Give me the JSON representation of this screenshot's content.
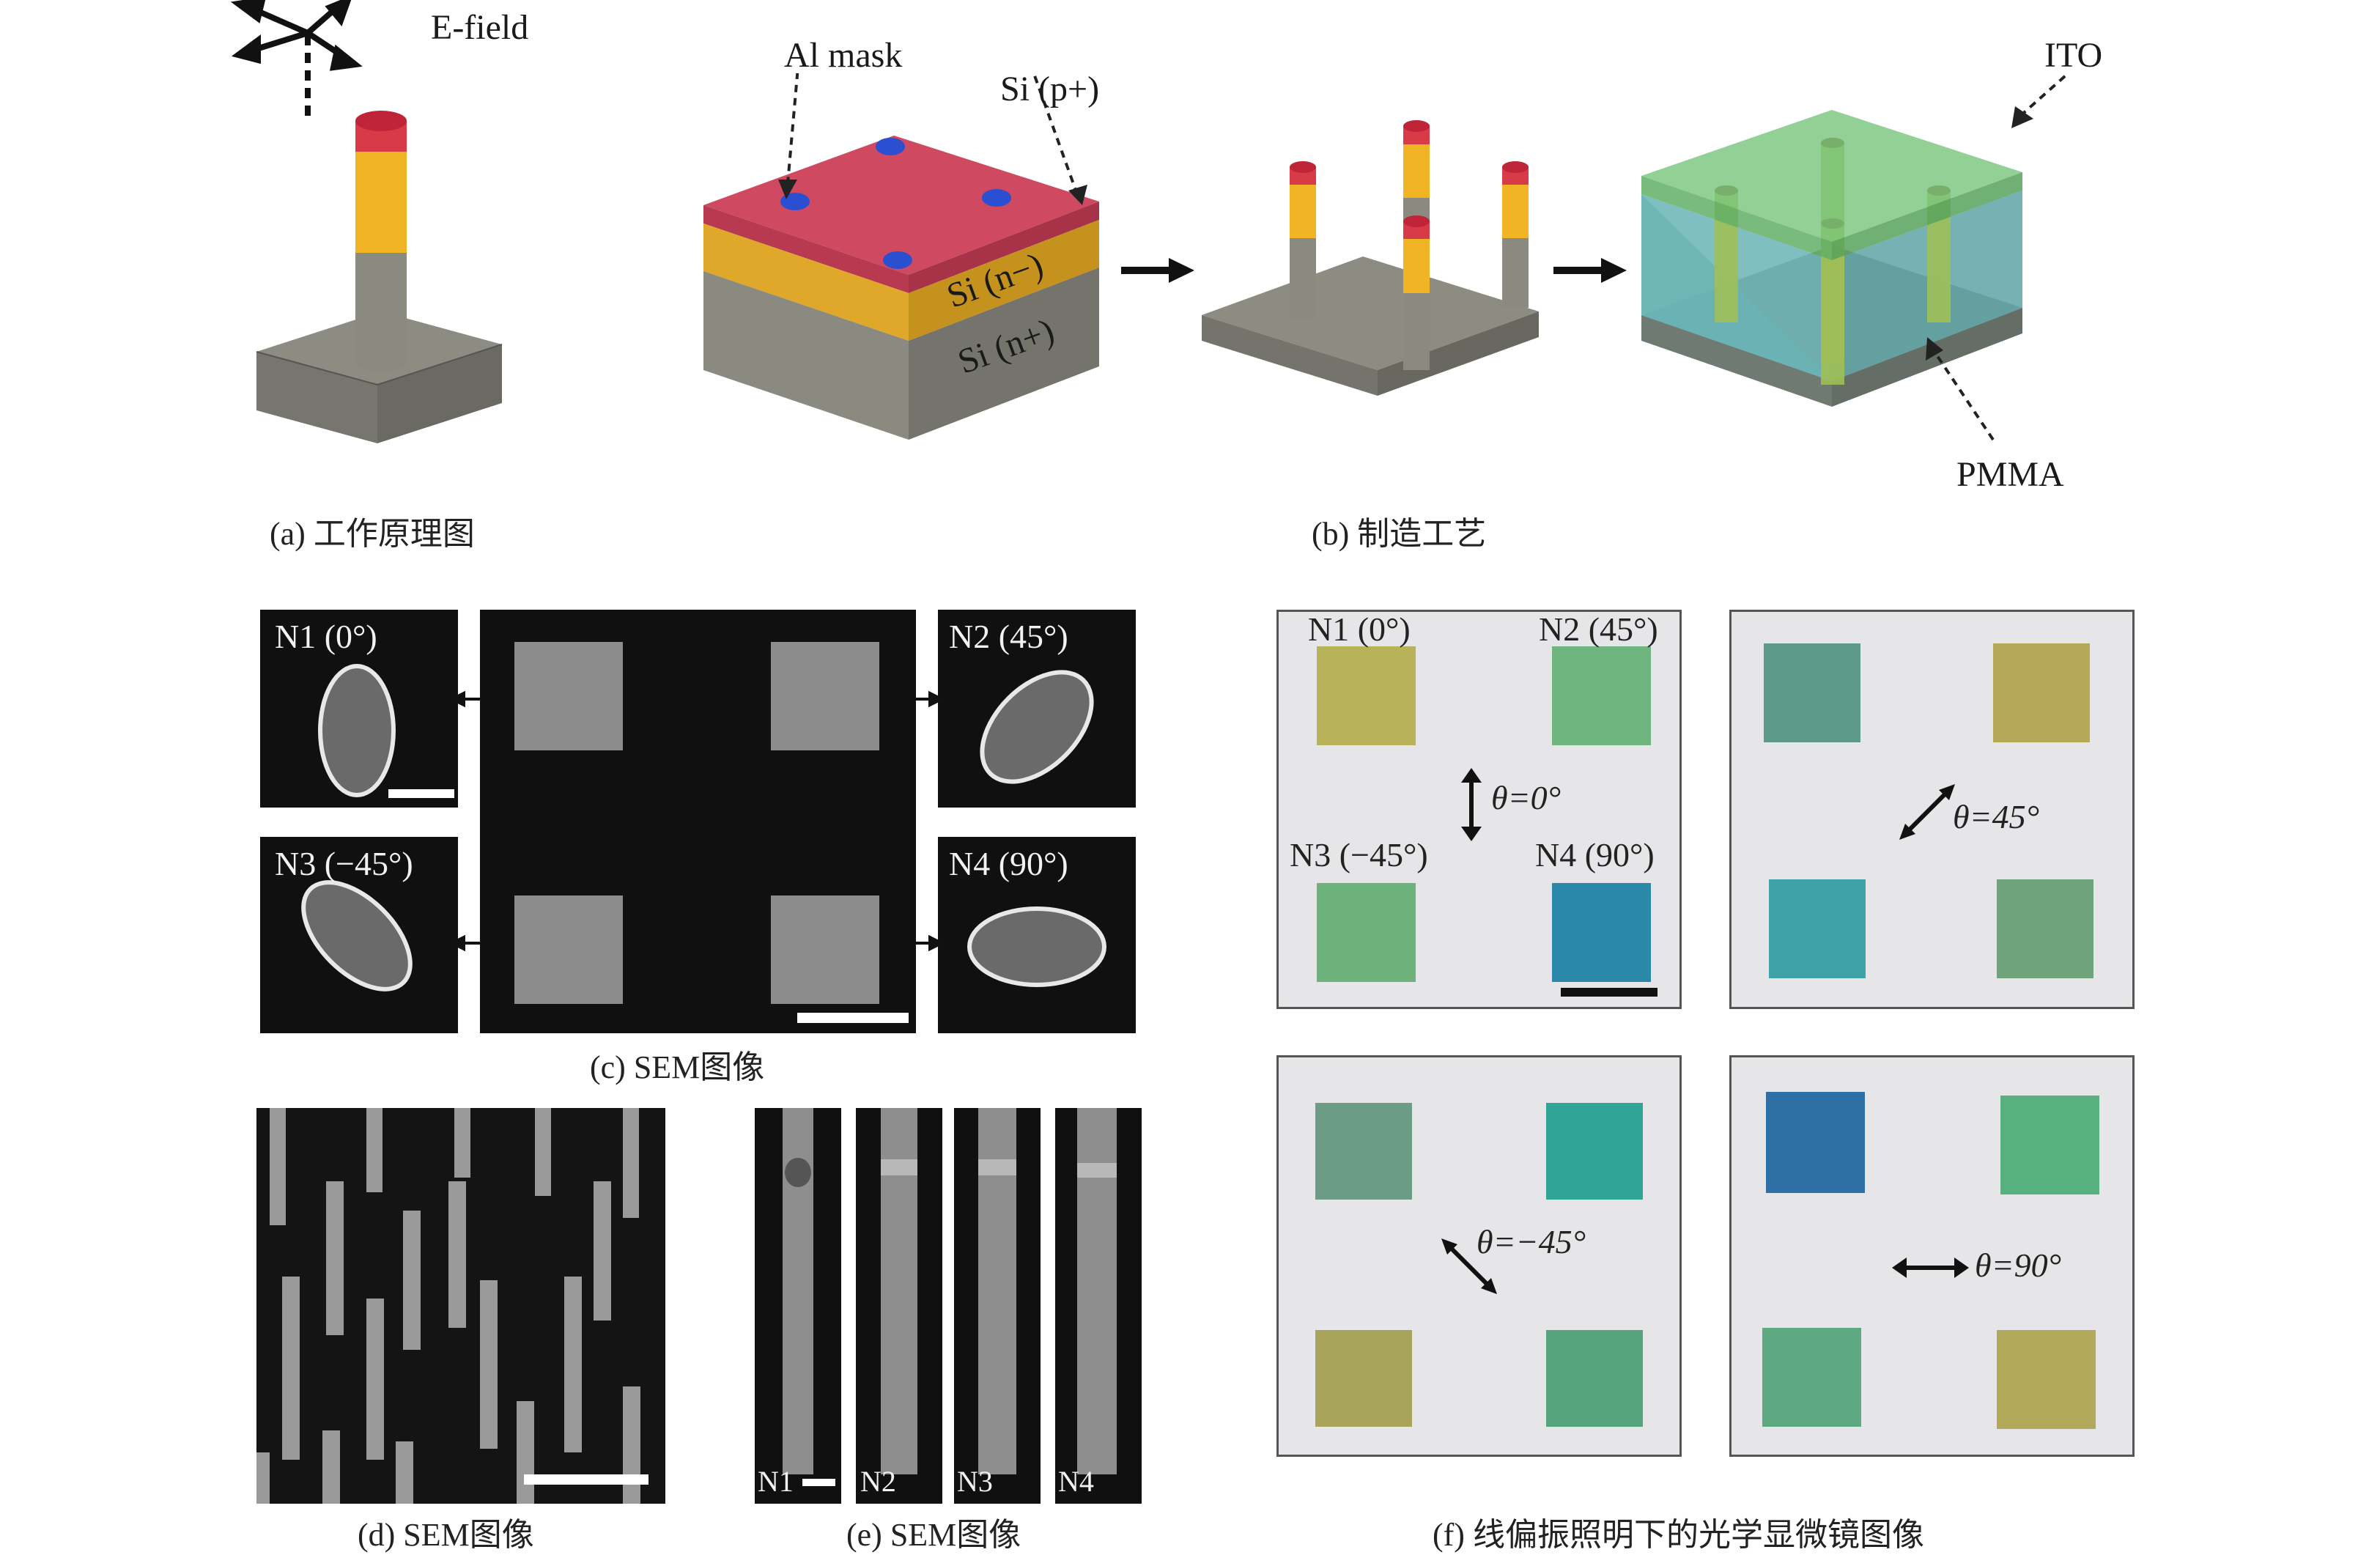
{
  "a": {
    "efield_label": "E-field",
    "caption": "(a) 工作原理图"
  },
  "b": {
    "al_mask": "Al mask",
    "si_p": "Si (p+)",
    "si_n_minus": "Si (n−)",
    "si_n_plus": "Si (n+)",
    "ito": "ITO",
    "pmma": "PMMA",
    "caption": "(b) 制造工艺"
  },
  "c": {
    "n1": "N1 (0°)",
    "n2": "N2 (45°)",
    "n3": "N3 (−45°)",
    "n4": "N4 (90°)",
    "caption": "(c) SEM图像"
  },
  "d": {
    "caption": "(d) SEM图像"
  },
  "e": {
    "labels": [
      "N1",
      "N2",
      "N3",
      "N4"
    ],
    "caption": "(e) SEM图像"
  },
  "f": {
    "n1": "N1 (0°)",
    "n2": "N2 (45°)",
    "n3": "N3 (−45°)",
    "n4": "N4 (90°)",
    "theta0": "θ=0°",
    "theta45": "θ=45°",
    "thetam45": "θ=−45°",
    "theta90": "θ=90°",
    "caption": "(f) 线偏振照明下的光学显微镜图像",
    "colors": {
      "p1": [
        "#b8b258",
        "#6fb580",
        "#6db27a",
        "#2a88a8"
      ],
      "p2": [
        "#5e9a88",
        "#b5a856",
        "#3fa2a6",
        "#6fa47a"
      ],
      "p3": [
        "#6d9c86",
        "#2fa497",
        "#a8a55a",
        "#56a47e"
      ],
      "p4": [
        "#2e6fa6",
        "#58b07e",
        "#5ea882",
        "#b3a95a"
      ]
    }
  }
}
